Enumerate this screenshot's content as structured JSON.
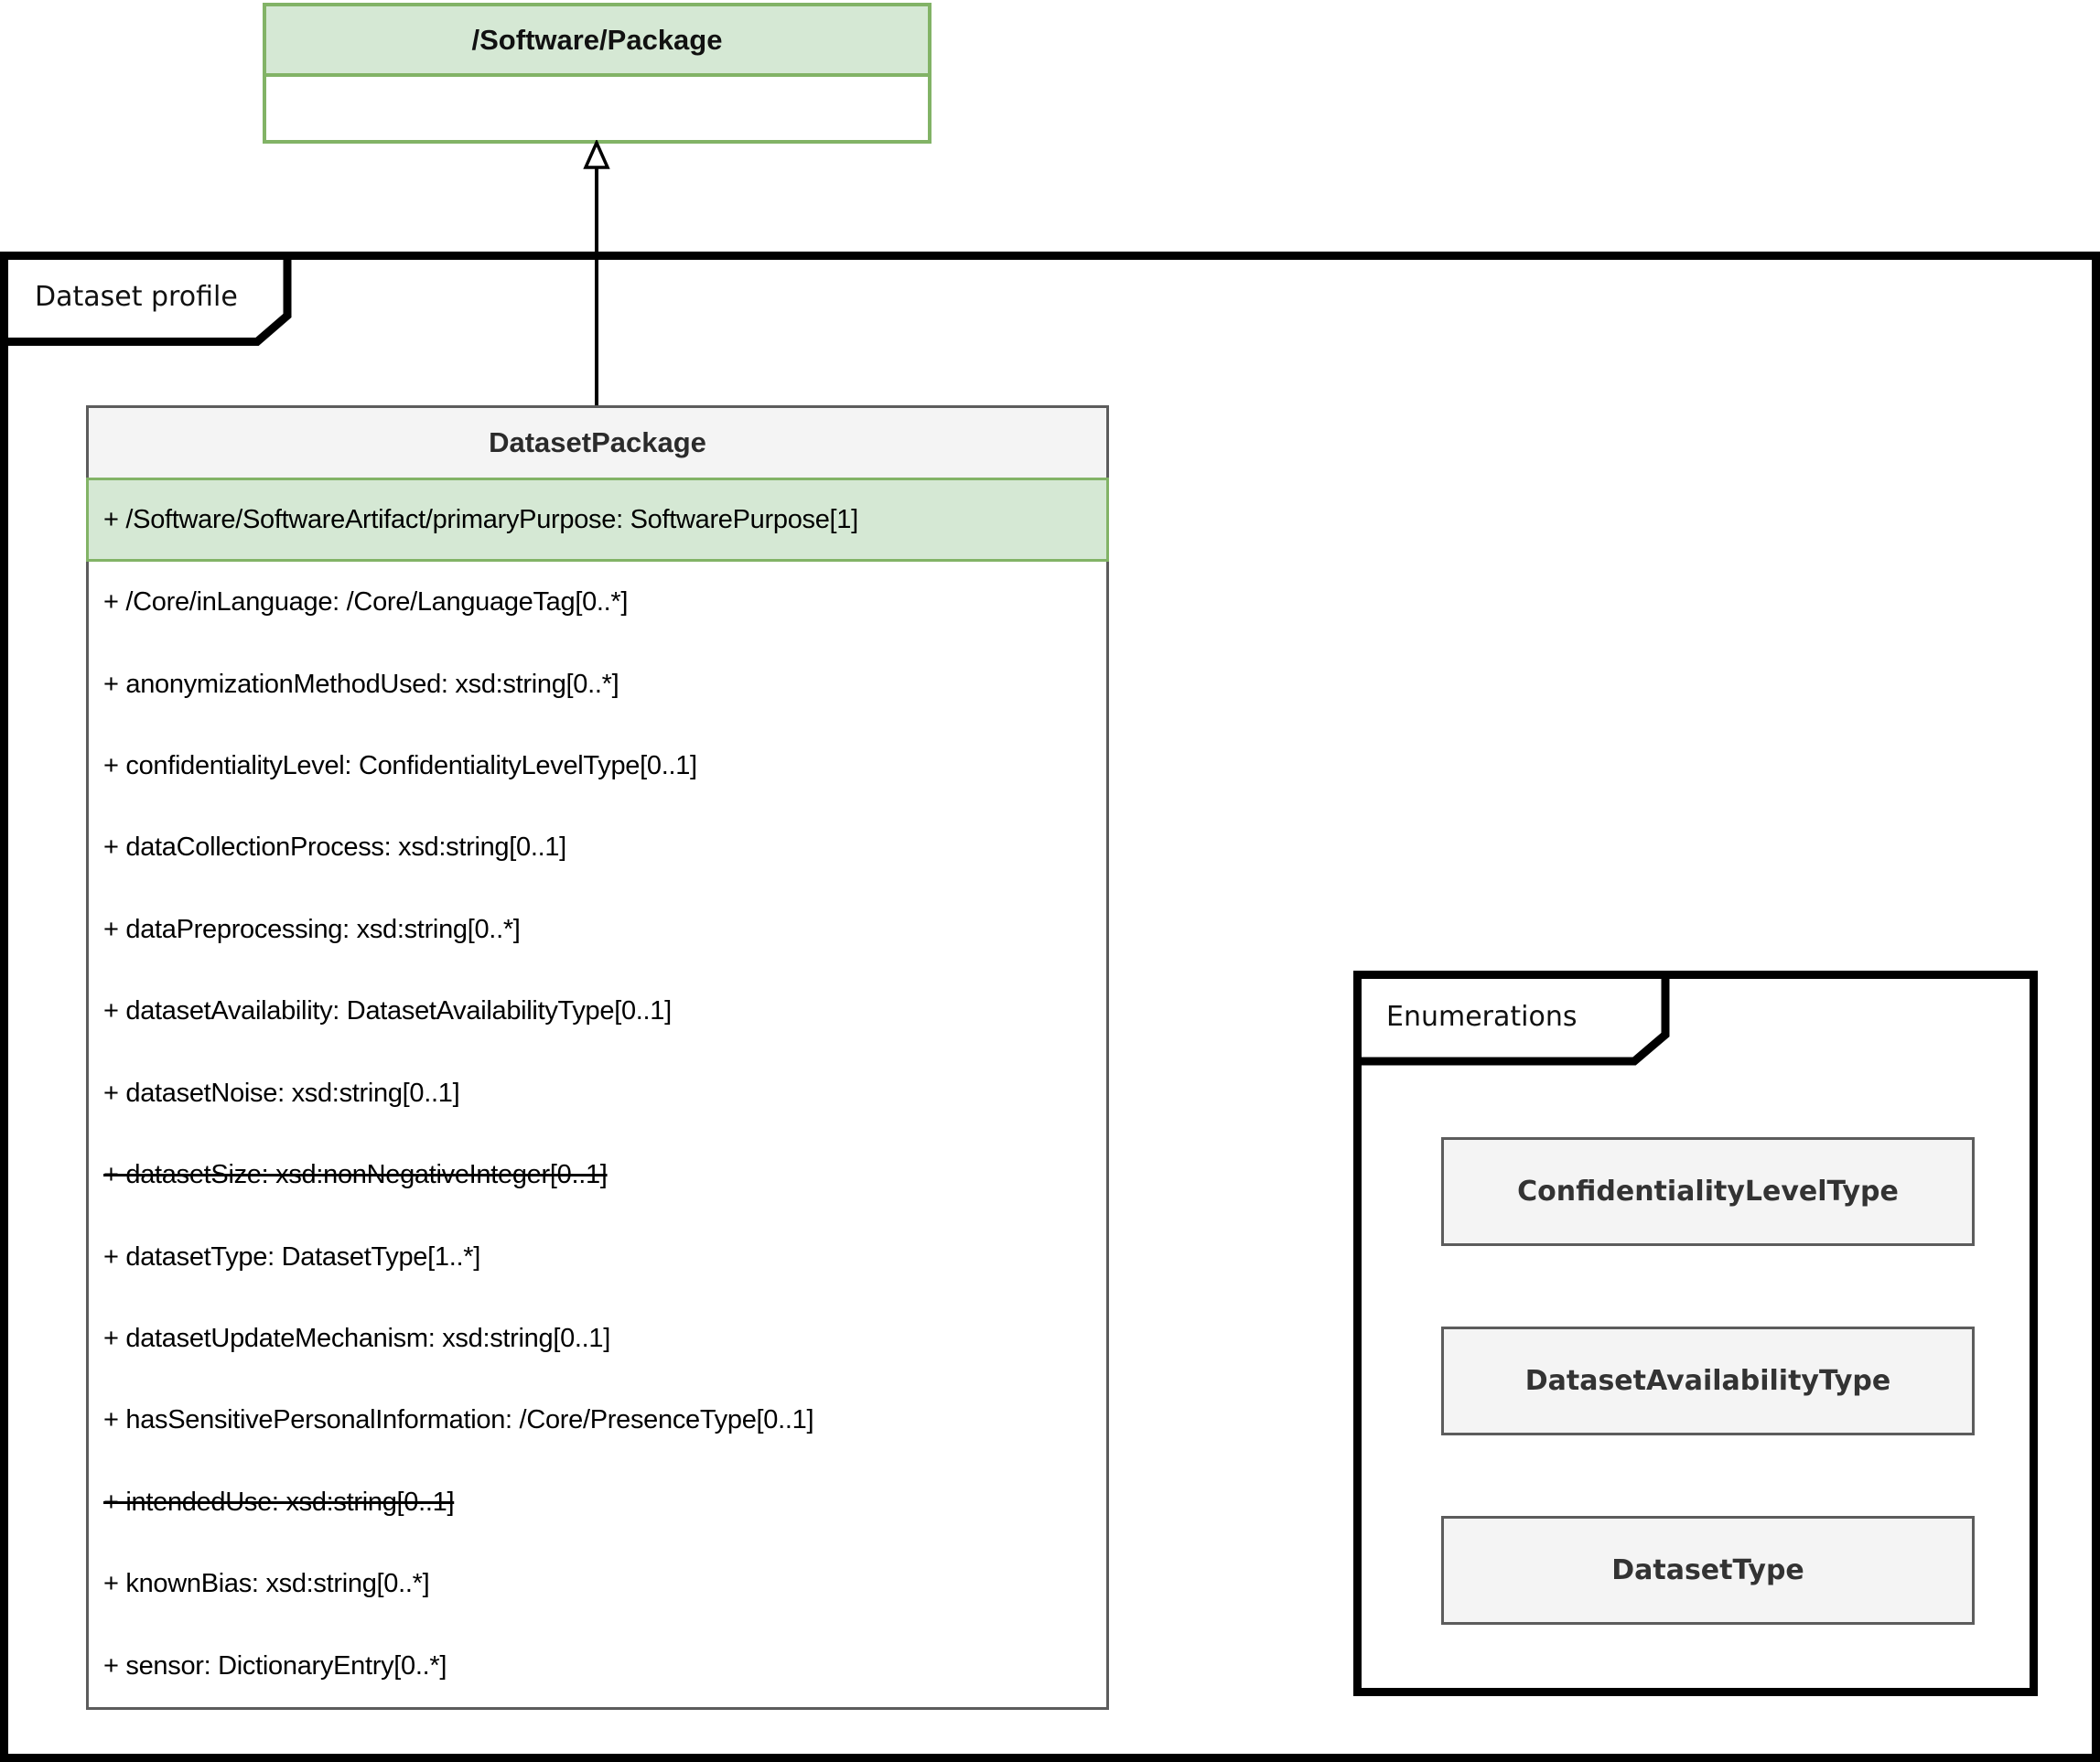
{
  "parent_class": {
    "title": "/Software/Package"
  },
  "dataset_profile_frame": {
    "label": "Dataset profile"
  },
  "dataset_package": {
    "title": "DatasetPackage",
    "highlight_attribute": "+ /Software/SoftwareArtifact/primaryPurpose: SoftwarePurpose[1]",
    "attributes": [
      {
        "text": "+ /Core/inLanguage: /Core/LanguageTag[0..*]",
        "strikethrough": false
      },
      {
        "text": "+ anonymizationMethodUsed: xsd:string[0..*]",
        "strikethrough": false
      },
      {
        "text": "+ confidentialityLevel: ConfidentialityLevelType[0..1]",
        "strikethrough": false
      },
      {
        "text": "+ dataCollectionProcess: xsd:string[0..1]",
        "strikethrough": false
      },
      {
        "text": "+ dataPreprocessing: xsd:string[0..*]",
        "strikethrough": false
      },
      {
        "text": "+ datasetAvailability: DatasetAvailabilityType[0..1]",
        "strikethrough": false
      },
      {
        "text": "+ datasetNoise: xsd:string[0..1]",
        "strikethrough": false
      },
      {
        "text": "+ datasetSize: xsd:nonNegativeInteger[0..1]",
        "strikethrough": true
      },
      {
        "text": "+ datasetType: DatasetType[1..*]",
        "strikethrough": false
      },
      {
        "text": "+ datasetUpdateMechanism: xsd:string[0..1]",
        "strikethrough": false
      },
      {
        "text": "+ hasSensitivePersonalInformation: /Core/PresenceType[0..1]",
        "strikethrough": false
      },
      {
        "text": "+ intendedUse: xsd:string[0..1]",
        "strikethrough": true
      },
      {
        "text": "+ knownBias: xsd:string[0..*]",
        "strikethrough": false
      },
      {
        "text": "+ sensor: DictionaryEntry[0..*]",
        "strikethrough": false
      }
    ]
  },
  "enumerations_frame": {
    "label": "Enumerations",
    "items": [
      "ConfidentialityLevelType",
      "DatasetAvailabilityType",
      "DatasetType"
    ]
  },
  "colors": {
    "green_fill": "#d5e8d4",
    "green_border": "#82b366",
    "grey_fill": "#f4f4f4",
    "grey_border": "#5c5c5c",
    "frame_border": "#000000"
  }
}
